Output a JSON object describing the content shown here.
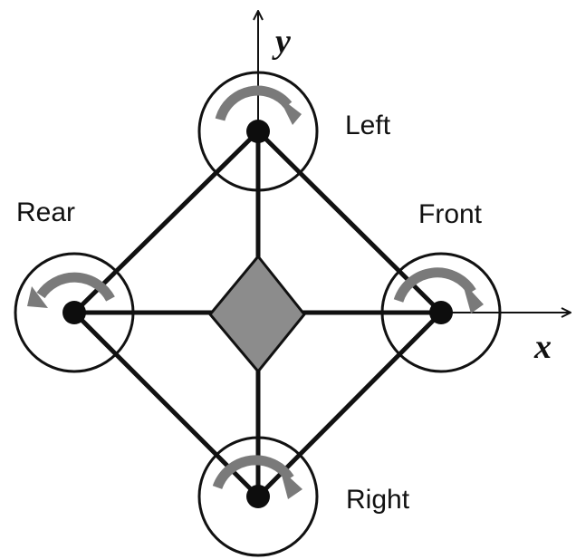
{
  "axes": {
    "x_label": "x",
    "y_label": "y"
  },
  "motors": [
    {
      "id": "left",
      "label": "Left"
    },
    {
      "id": "front",
      "label": "Front"
    },
    {
      "id": "right",
      "label": "Right"
    },
    {
      "id": "rear",
      "label": "Rear"
    }
  ],
  "colors": {
    "line": "#111111",
    "hub": "#0d0d0d",
    "rotation_arrow": "#7a7a7a",
    "body": "#8c8c8c",
    "background": "#ffffff"
  }
}
